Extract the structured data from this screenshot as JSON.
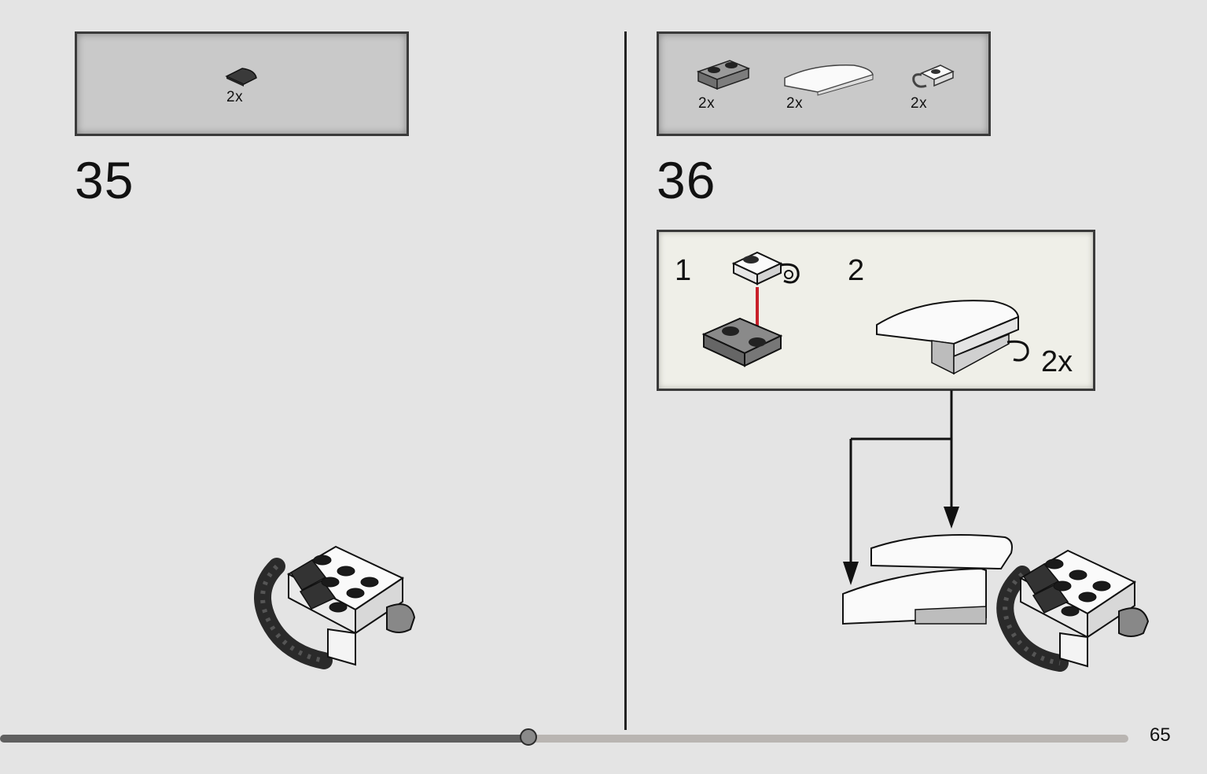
{
  "step35": {
    "number": "35",
    "parts": [
      {
        "icon": "tile-quarter-round-dark-icon",
        "qty": "2x"
      }
    ]
  },
  "step36": {
    "number": "36",
    "parts": [
      {
        "icon": "plate-1x2-dark-grey-icon",
        "qty": "2x"
      },
      {
        "icon": "curved-slope-white-icon",
        "qty": "2x"
      },
      {
        "icon": "plate-clip-white-icon",
        "qty": "2x"
      }
    ],
    "substeps": [
      {
        "number": "1"
      },
      {
        "number": "2",
        "multiplier": "2x"
      }
    ]
  },
  "progress": {
    "fraction": 0.468
  },
  "page_number": "65",
  "colors": {
    "background": "#e4e4e4",
    "parts_box": "#c9c9c9",
    "substep_box": "#efefe8",
    "arrow_red": "#c8202a",
    "progress_fill": "#5f5f5f",
    "progress_track": "#b9b5b2"
  }
}
